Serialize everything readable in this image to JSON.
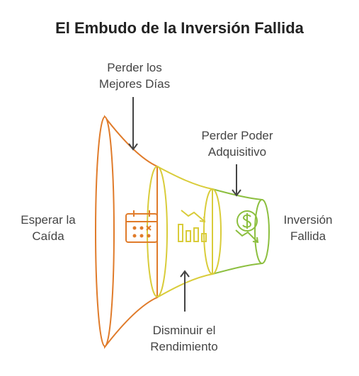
{
  "title": "El Embudo de la Inversión Fallida",
  "labels": {
    "perder_dias": [
      "Perder los",
      "Mejores Días"
    ],
    "perder_poder": [
      "Perder Poder",
      "Adquisitivo"
    ],
    "esperar": [
      "Esperar la",
      "Caída"
    ],
    "inversion": [
      "Inversión",
      "Fallida"
    ],
    "disminuir": [
      "Disminuir el",
      "Rendimiento"
    ]
  },
  "icons": [
    "calendar-icon",
    "declining-chart-icon",
    "dollar-loss-icon"
  ],
  "colors": {
    "stage1": "#e07b2a",
    "stage2": "#d9cc3a",
    "stage3": "#8cbf3f",
    "arrow": "#444444"
  }
}
